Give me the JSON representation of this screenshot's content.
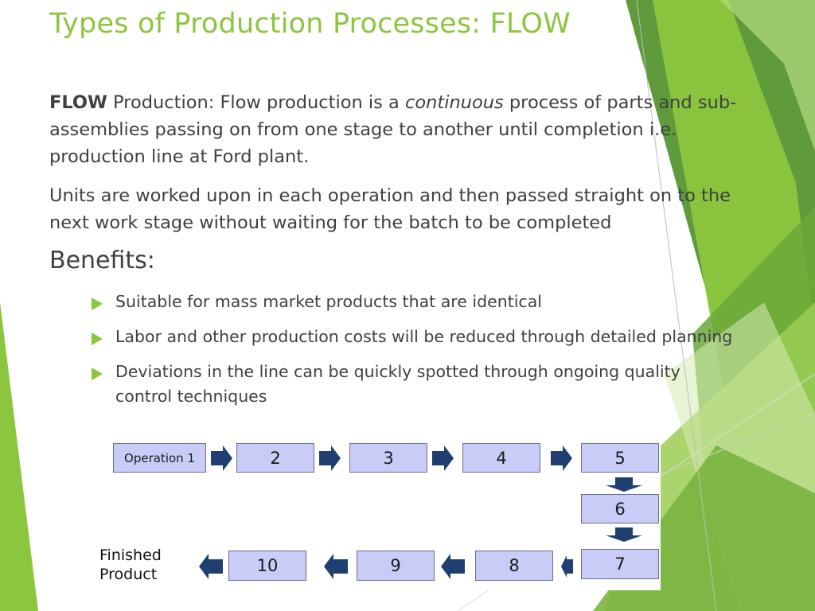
{
  "slide": {
    "title": "Types of Production Processes: FLOW"
  },
  "intro": {
    "term": "FLOW",
    "text_a": " Production: Flow production is a ",
    "emphasis": "continuous",
    "text_b": " process of parts and sub-assemblies passing on from one stage to another until completion i.e. production line at Ford plant."
  },
  "detail": "Units are worked upon in each operation and then passed straight on to the next work stage without waiting for the batch to be completed",
  "benefits": {
    "heading": "Benefits:",
    "items": [
      "Suitable for mass market products that are identical",
      "Labor and other production costs will be reduced through detailed planning",
      "Deviations in the line can be quickly spotted through ongoing quality control techniques"
    ]
  },
  "flow_diagram": {
    "stages": [
      "Operation 1",
      "2",
      "3",
      "4",
      "5",
      "6",
      "7",
      "8",
      "9",
      "10"
    ],
    "end_label": [
      "Finished",
      "Product"
    ]
  },
  "colors": {
    "accent_green": "#8cc63e",
    "box_fill": "#c8ccf6",
    "arrow_fill": "#1f3f70",
    "body_text": "#404040"
  }
}
